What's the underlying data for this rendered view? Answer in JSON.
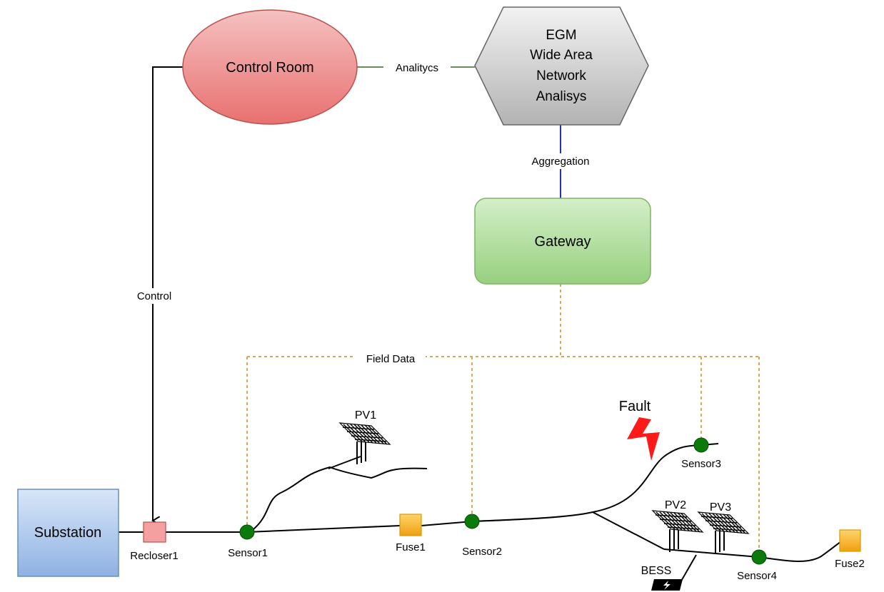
{
  "nodes": {
    "control_room": "Control Room",
    "egm": [
      "EGM",
      "Wide Area",
      "Network",
      "Analisys"
    ],
    "gateway": "Gateway",
    "substation": "Substation",
    "recloser1": "Recloser1",
    "sensor1": "Sensor1",
    "sensor2": "Sensor2",
    "sensor3": "Sensor3",
    "sensor4": "Sensor4",
    "fuse1": "Fuse1",
    "fuse2": "Fuse2",
    "pv1": "PV1",
    "pv2": "PV2",
    "pv3": "PV3",
    "bess": "BESS",
    "fault": "Fault"
  },
  "edges": {
    "analytics": "Analitycs",
    "aggregation": "Aggregation",
    "control": "Control",
    "field_data": "Field Data"
  },
  "colors": {
    "control_room_fill": "#f08080",
    "egm_fill": "#c8c8c8",
    "gateway_fill": "#9fd88a",
    "substation_fill": "#a9c4ea",
    "recloser_fill": "#f4a0a0",
    "fuse_fill": "#f5a623",
    "sensor_fill": "#0a7a0a",
    "field_data_line": "#d4a85a",
    "aggregation_line": "#2233aa",
    "analytics_line": "#6a8a5a",
    "fault": "#ff1a1a"
  }
}
